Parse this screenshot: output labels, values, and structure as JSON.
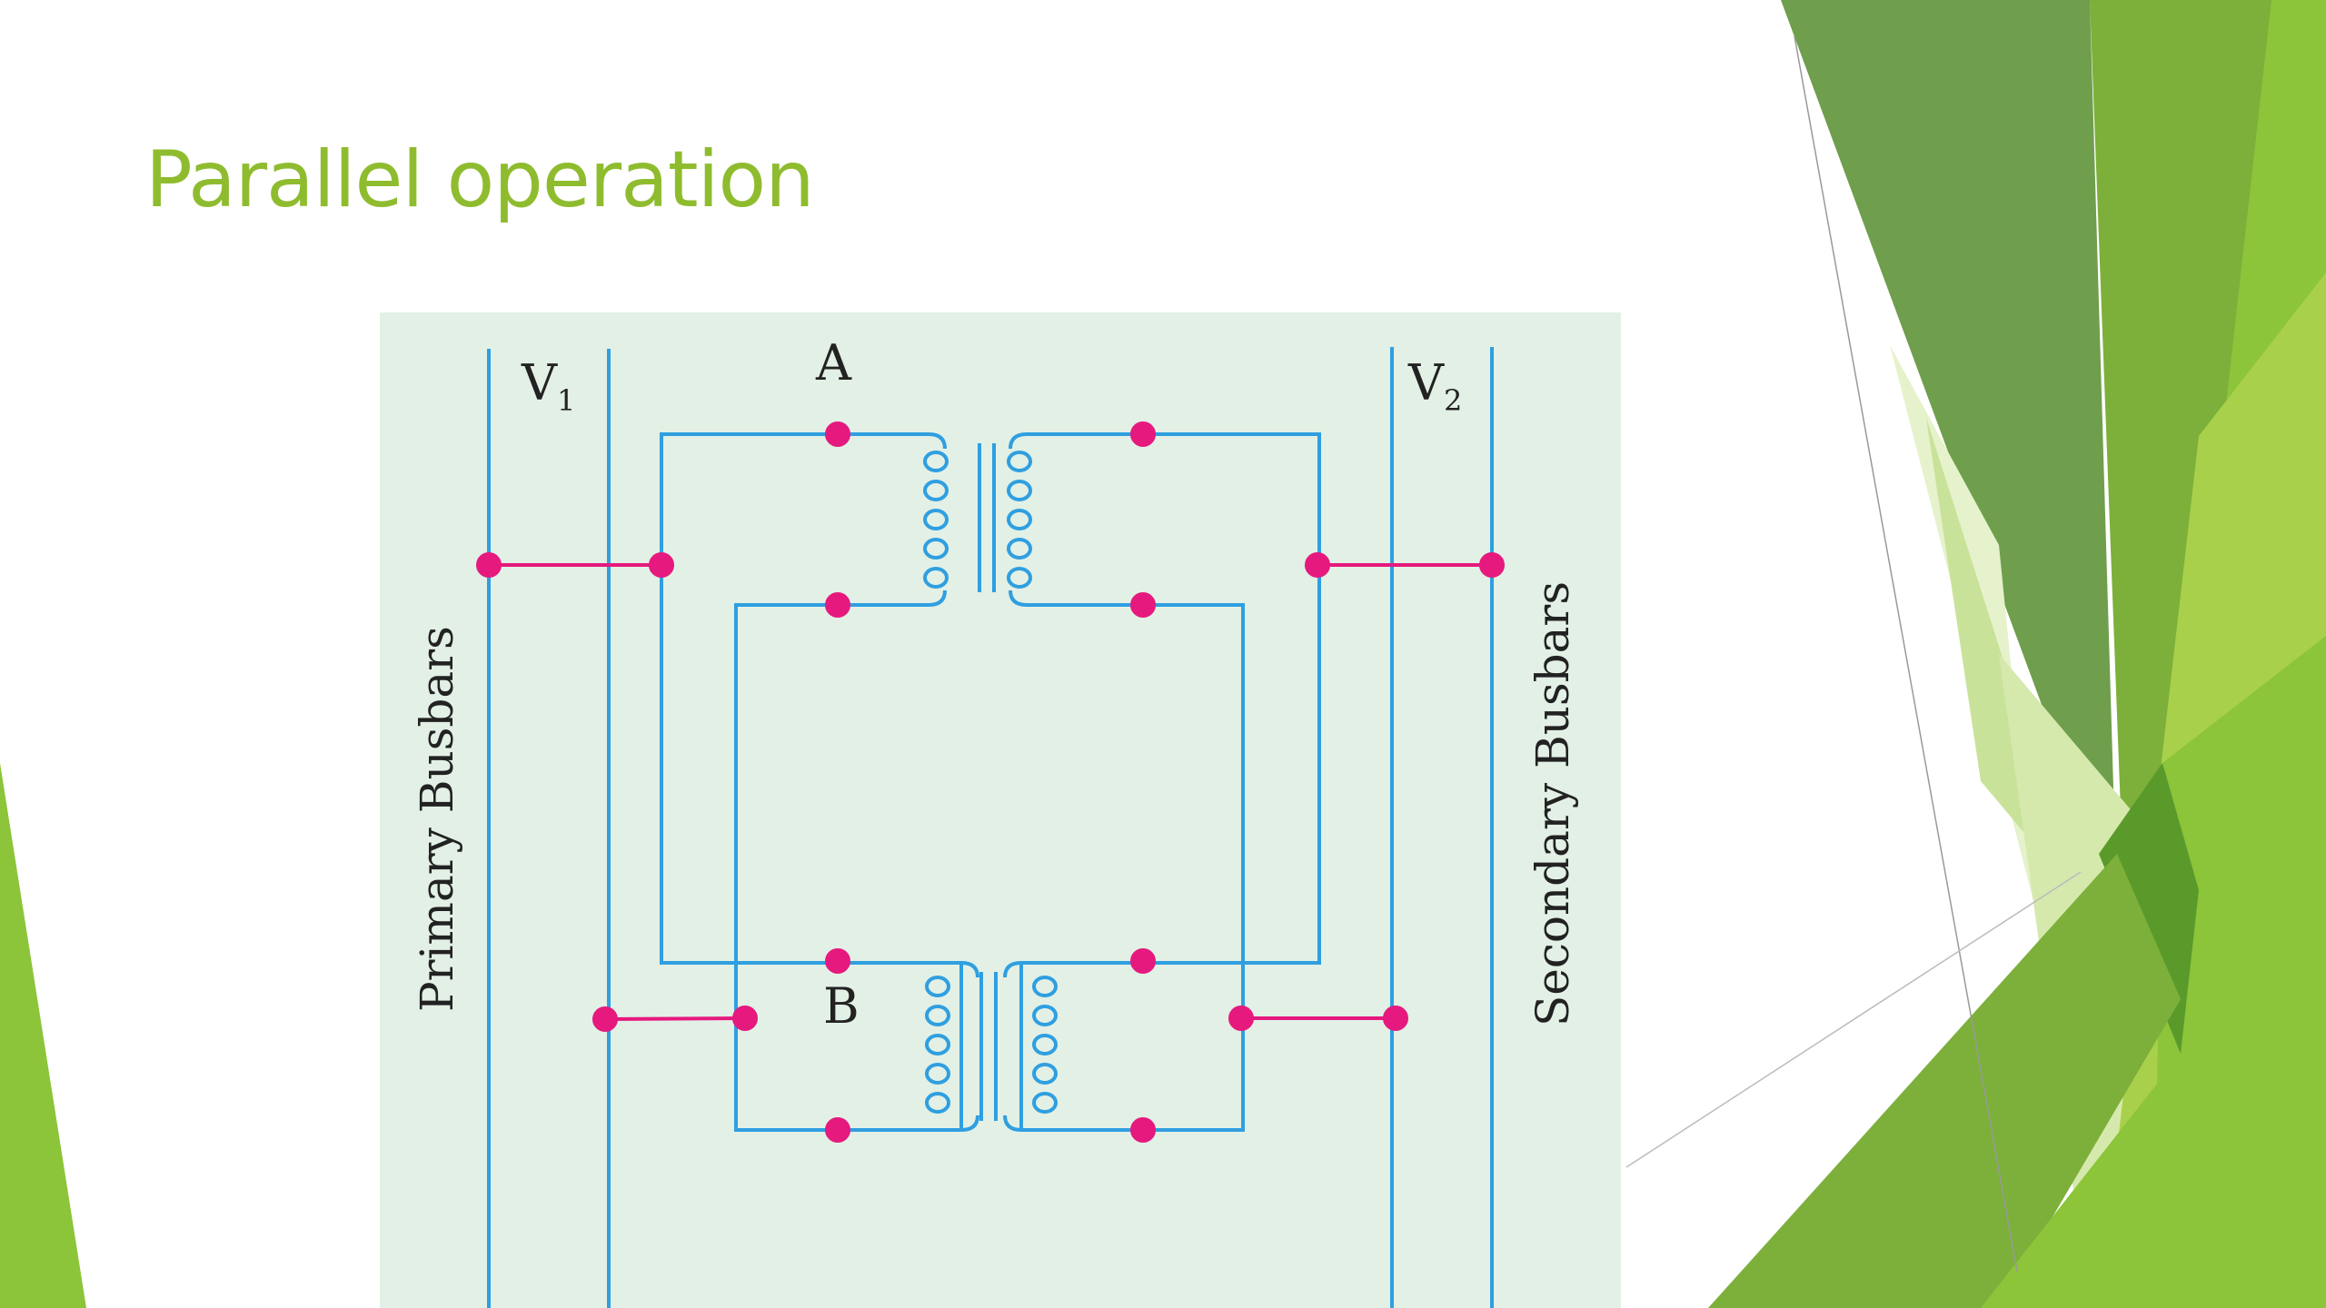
{
  "slide": {
    "title": "Parallel operation",
    "title_color": "#8fbc2f",
    "background": "#ffffff"
  },
  "diagram": {
    "background": "#e2f0e6",
    "wire_color": "#2f9fe0",
    "connector_color": "#e5197e",
    "labels": {
      "primary_busbars": "Primary Busbars",
      "secondary_busbars": "Secondary Busbars",
      "v1": "V",
      "v1_sub": "1",
      "v2": "V",
      "v2_sub": "2",
      "transformer_a": "A",
      "transformer_b": "B"
    }
  },
  "decoration": {
    "greens": [
      "#6f9e4c",
      "#7cb03a",
      "#8cc43a",
      "#a9d04a",
      "#5a9a2b",
      "#d6e9ad"
    ]
  }
}
